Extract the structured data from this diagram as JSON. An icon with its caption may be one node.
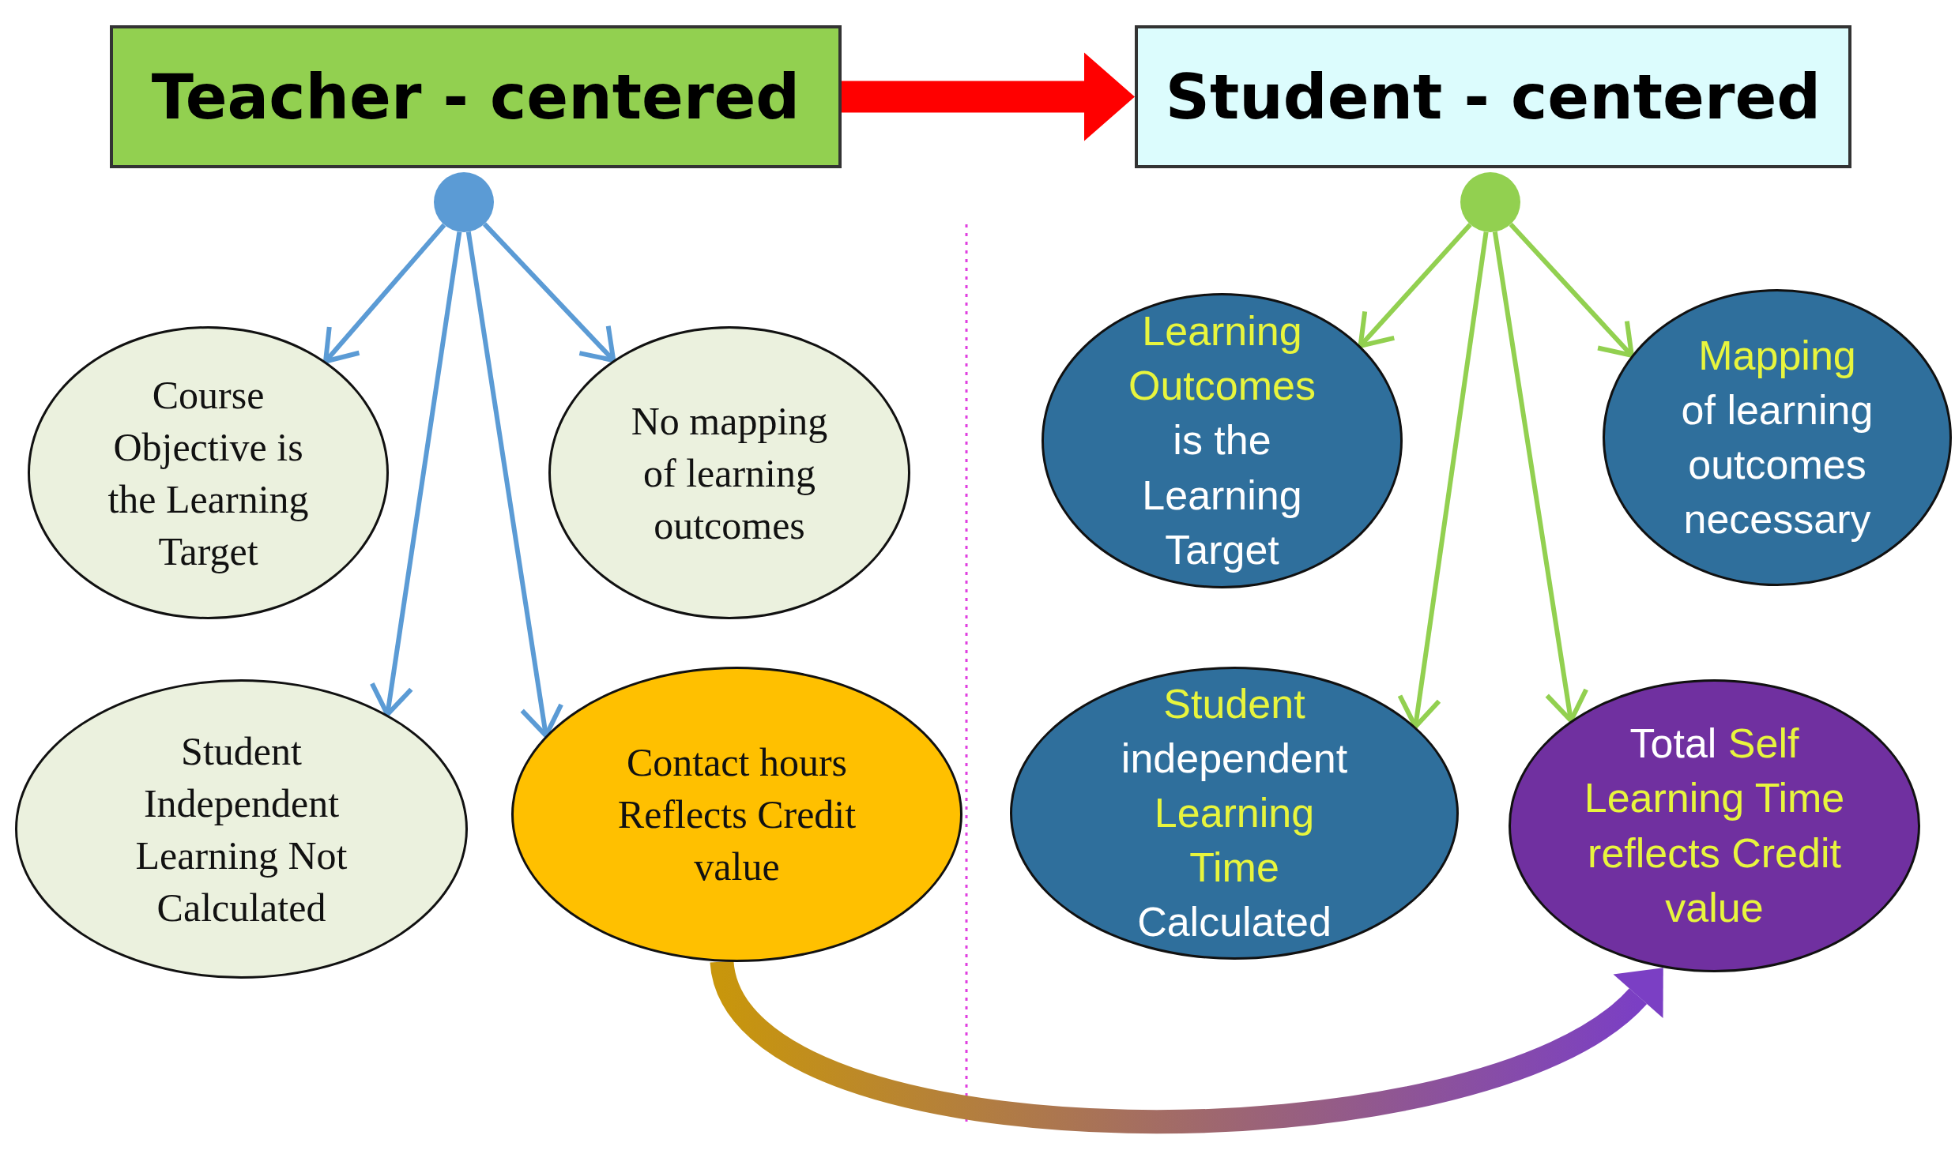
{
  "diagram": {
    "nodes": [
      {
        "text": [
          "Teacher - centered"
        ]
      },
      {
        "text": [
          "Student - centered"
        ]
      },
      {
        "text": [],
        "shape": "circle"
      },
      {
        "text": [],
        "shape": "circle"
      },
      {
        "text": [
          "Course Objective is the Learning Target"
        ]
      },
      {
        "text": [
          "No mapping of learning outcomes"
        ]
      },
      {
        "text": [
          "Student Independent Learning Not Calculated"
        ]
      },
      {
        "text": [
          "Contact hours Reflects Credit value"
        ]
      },
      {
        "text": [
          "Learning Outcomes",
          "is the Learning Target"
        ]
      },
      {
        "text": [
          "Mapping",
          "of learning outcomes necessary"
        ]
      },
      {
        "text": [
          "Student",
          "independent",
          "Learning Time",
          "Calculated"
        ]
      },
      {
        "text": [
          "Total",
          "Self Learning",
          "Time reflects",
          "Credit value"
        ]
      }
    ],
    "edges": [
      {
        "from": 0,
        "to": 1,
        "arrow": "to",
        "style": "thick",
        "color": "#ff0000"
      },
      {
        "from": 2,
        "to": 4,
        "arrow": "to",
        "color": "#5b9bd5"
      },
      {
        "from": 2,
        "to": 5,
        "arrow": "to",
        "color": "#5b9bd5"
      },
      {
        "from": 2,
        "to": 6,
        "arrow": "to",
        "color": "#5b9bd5"
      },
      {
        "from": 2,
        "to": 7,
        "arrow": "to",
        "color": "#5b9bd5"
      },
      {
        "from": 3,
        "to": 8,
        "arrow": "to",
        "color": "#92d050"
      },
      {
        "from": 3,
        "to": 9,
        "arrow": "to",
        "color": "#92d050"
      },
      {
        "from": 3,
        "to": 10,
        "arrow": "to",
        "color": "#92d050"
      },
      {
        "from": 3,
        "to": 11,
        "arrow": "to",
        "color": "#92d050"
      },
      {
        "from": 7,
        "to": 11,
        "arrow": "to",
        "style": "thick",
        "color": "#7b3fc4"
      }
    ]
  }
}
